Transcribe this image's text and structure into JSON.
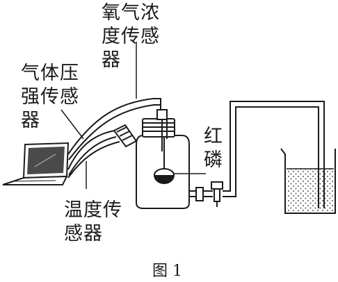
{
  "labels": {
    "oxygen_sensor": "氧气浓度传感器",
    "pressure_sensor": "气体压强传感器",
    "temperature_sensor": "温度传感器",
    "red_phosphorus": "红磷",
    "figure_caption": "图 1"
  },
  "colors": {
    "ink": "#1a1a1a",
    "background": "#ffffff",
    "screen": "#4a4a4a",
    "water_dots": "#555555"
  },
  "icons": [
    "laptop",
    "flask",
    "stopper",
    "clip",
    "beaker"
  ]
}
